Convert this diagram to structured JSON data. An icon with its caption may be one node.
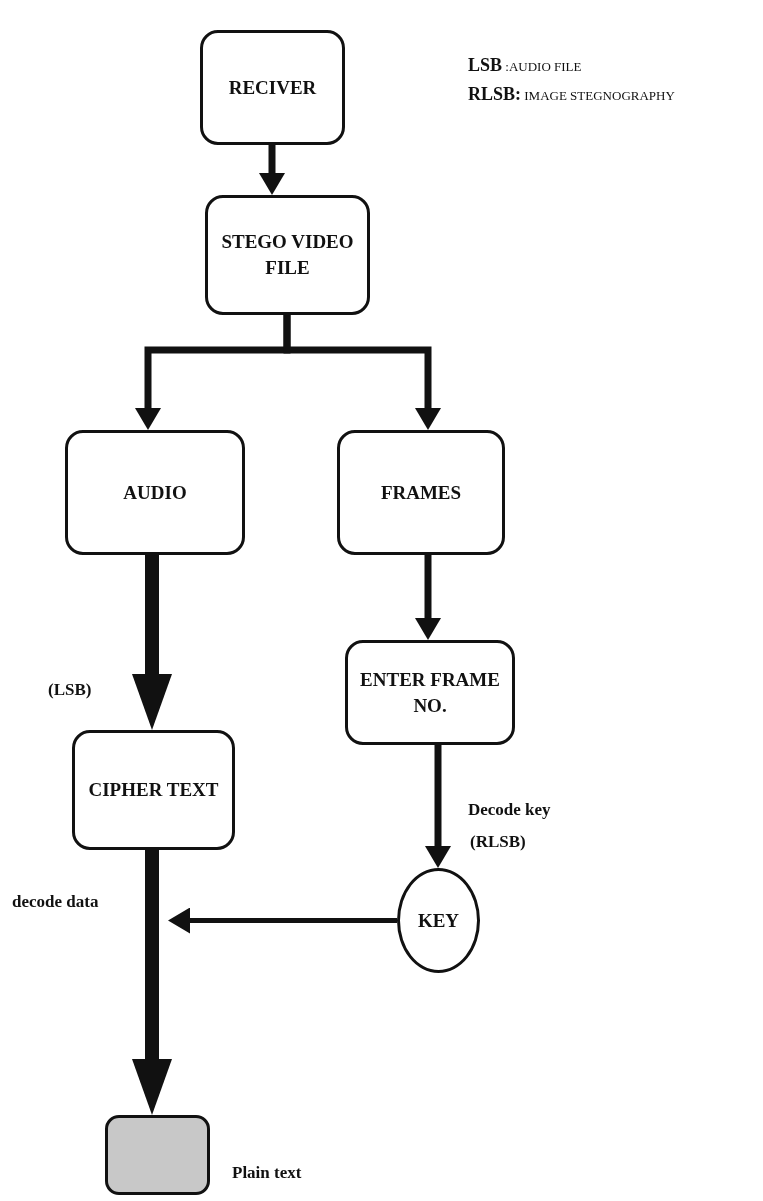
{
  "diagram": {
    "nodes": [
      {
        "text": [
          "RECIVER"
        ]
      },
      {
        "text": [
          "STEGO VIDEO FILE"
        ]
      },
      {
        "text": [
          "AUDIO"
        ]
      },
      {
        "text": [
          "FRAMES"
        ]
      },
      {
        "text": [
          "ENTER FRAME NO."
        ]
      },
      {
        "text": [
          "CIPHER TEXT"
        ]
      },
      {
        "text": [
          "KEY"
        ]
      },
      {
        "text": [],
        "shape": "box",
        "beside": [
          "Plain text"
        ]
      }
    ],
    "edges": [
      {
        "from": 0,
        "to": 1,
        "arrow": "to"
      },
      {
        "from": 1,
        "to": 2,
        "arrow": "to"
      },
      {
        "from": 1,
        "to": 3,
        "arrow": "to"
      },
      {
        "from": 2,
        "to": 5,
        "arrow": "to",
        "label": "(LSB)",
        "style": "thick"
      },
      {
        "from": 3,
        "to": 4,
        "arrow": "to"
      },
      {
        "from": 4,
        "to": 6,
        "arrow": "to",
        "label": "Decode key"
      },
      {
        "from": 5,
        "to": 7,
        "arrow": "to",
        "label": "decode data",
        "style": "thick"
      },
      {
        "from": 6,
        "to": null,
        "arrow": "to"
      }
    ],
    "labels": [
      "**LSB**  :AUDIO FILE",
      "**RLSB:** IMAGE STEGNOGRAPHY",
      "(RLSB)"
    ]
  }
}
